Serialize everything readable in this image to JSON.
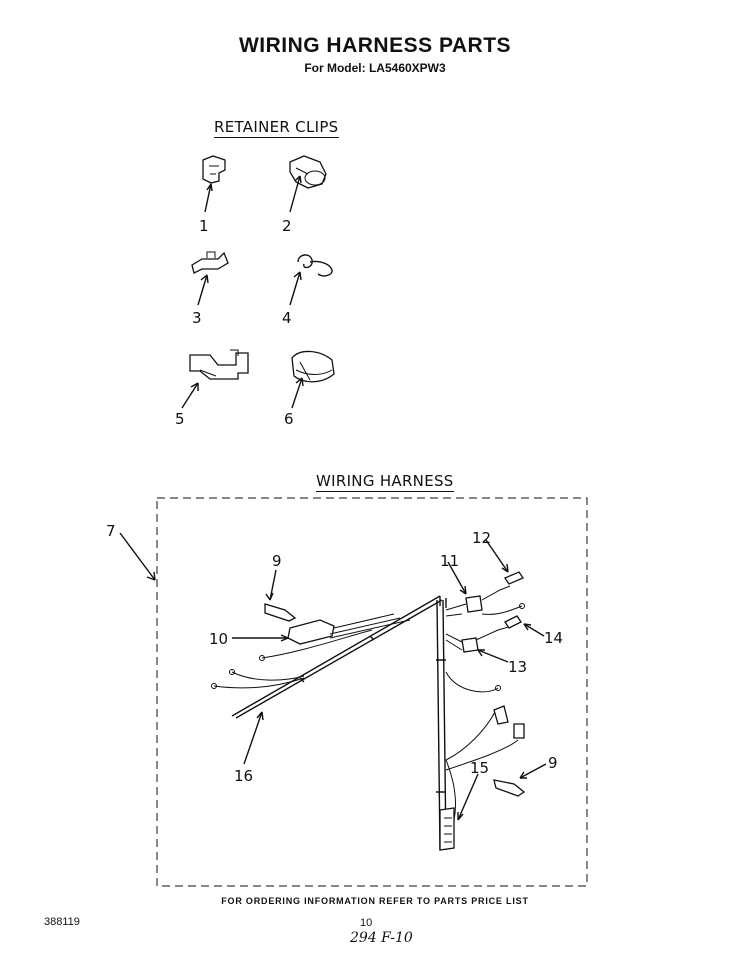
{
  "header": {
    "title": "WIRING HARNESS PARTS",
    "subtitle": "For Model: LA5460XPW3"
  },
  "sections": {
    "retainer_clips": "RETAINER CLIPS",
    "wiring_harness": "WIRING HARNESS"
  },
  "callouts": [
    "1",
    "2",
    "3",
    "4",
    "5",
    "6",
    "7",
    "9",
    "10",
    "11",
    "12",
    "13",
    "14",
    "15",
    "16",
    "9"
  ],
  "footer": {
    "ordering_note": "FOR ORDERING INFORMATION REFER TO PARTS PRICE LIST",
    "doc_number": "388119",
    "page_number": "10",
    "handwritten_note": "294 F-10"
  }
}
